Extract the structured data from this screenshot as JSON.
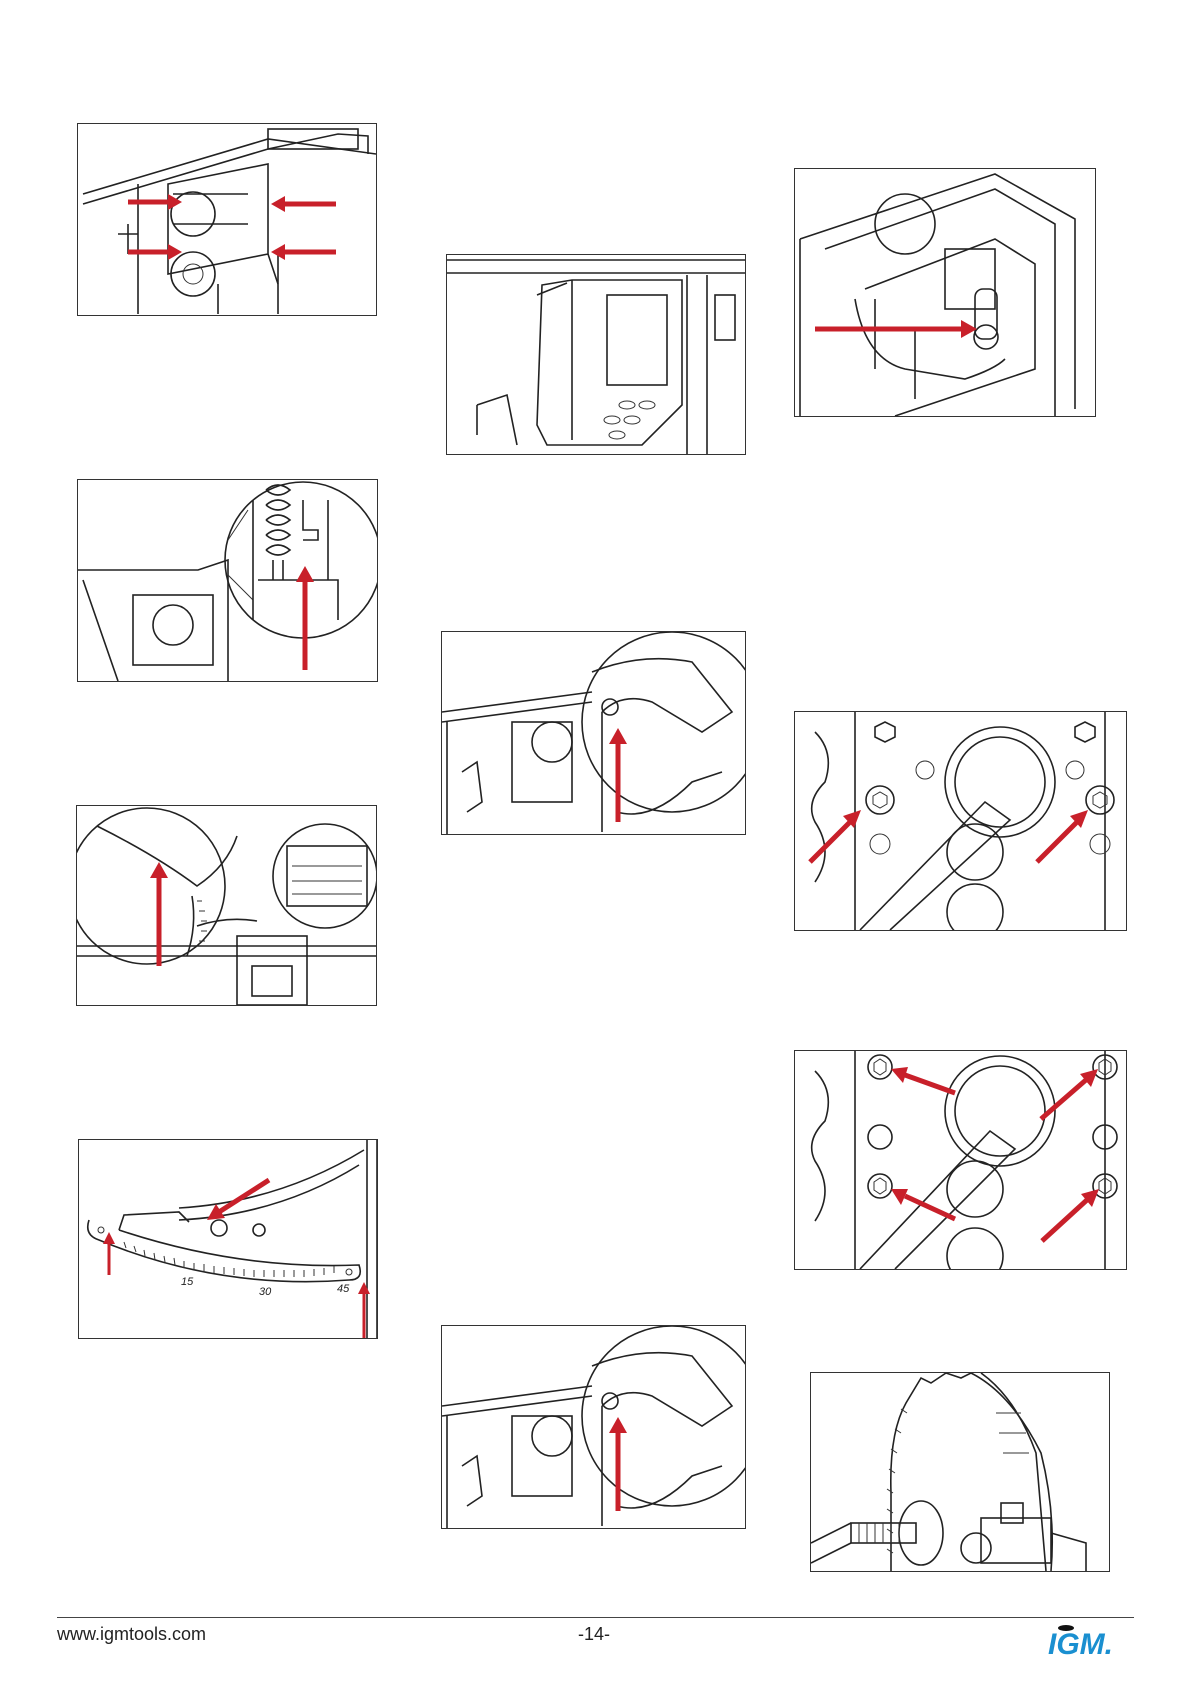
{
  "footer": {
    "url": "www.igmtools.com",
    "page_number": "-14-",
    "logo": "IGM."
  },
  "figures": {
    "scale": {
      "tick_15": "15",
      "tick_30": "30",
      "tick_45": "45"
    }
  },
  "colors": {
    "arrow": "#c8202a",
    "logo": "#1a8fd0",
    "line": "#222222"
  }
}
